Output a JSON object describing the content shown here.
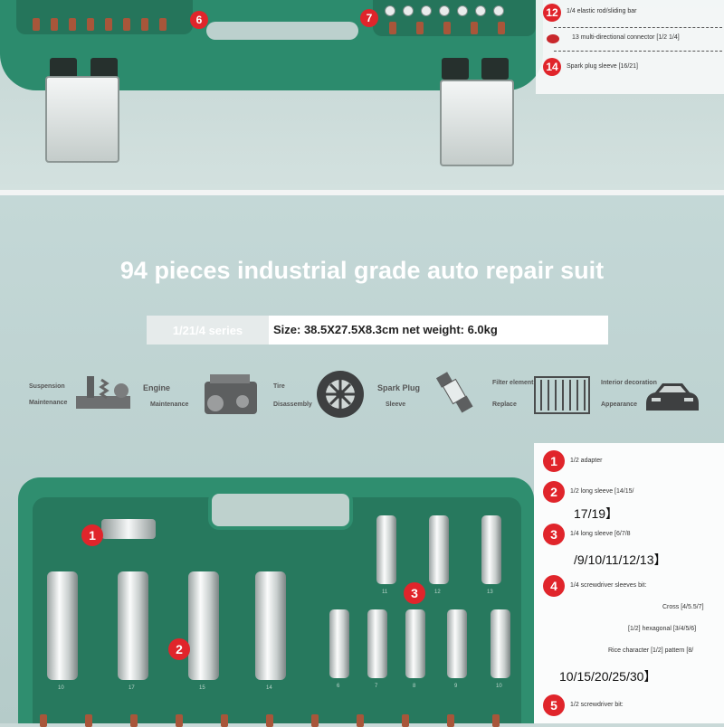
{
  "top_photo": {
    "callout_6": "6",
    "callout_7": "7",
    "legend": {
      "item_12_num": "12",
      "item_12_text": "1/4 elastic rod/sliding bar",
      "item_13_text": "13 multi-directional connector [1/2 1/4]",
      "item_14_num": "14",
      "item_14_text": "Spark plug sleeve [16/21]"
    }
  },
  "headline": "94 pieces industrial grade auto repair suit",
  "spec": {
    "series_tag": "1/21/4 series",
    "size_weight": "Size: 38.5X27.5X8.3cm net weight: 6.0kg"
  },
  "usages": [
    {
      "line1": "Suspension",
      "line2": "Maintenance",
      "icon": "suspension-icon"
    },
    {
      "line1": "Engine",
      "line2": "Maintenance",
      "icon": "engine-icon"
    },
    {
      "line1": "Tire",
      "line2": "Disassembly",
      "icon": "tire-icon"
    },
    {
      "line1": "Spark Plug",
      "line2": "Sleeve",
      "icon": "spark-plug-icon"
    },
    {
      "line1": "Filter element",
      "line2": "Replace",
      "icon": "filter-icon"
    },
    {
      "line1": "Interior decoration",
      "line2": "Appearance",
      "icon": "car-icon"
    }
  ],
  "case_callouts": {
    "c1": "1",
    "c2": "2",
    "c3": "3"
  },
  "long_socket_labels": [
    "10",
    "17",
    "15",
    "14"
  ],
  "short_socket_top_labels": [
    "11",
    "12",
    "13"
  ],
  "short_socket_bottom_labels": [
    "6",
    "7",
    "8",
    "9",
    "10"
  ],
  "legend": [
    {
      "num": "1",
      "text": "1/2 adapter"
    },
    {
      "num": "2",
      "text": "1/2 long sleeve [14/15/",
      "cont": "17/19】"
    },
    {
      "num": "3",
      "text": "1/4 long sleeve [6/7/8",
      "cont": "/9/10/11/12/13】"
    },
    {
      "num": "4",
      "text": "1/4 screwdriver sleeves bit:",
      "sub1": "Cross [4/5.5/7]",
      "sub2": "[1/2] hexagonal [3/4/5/6]",
      "sub3": "Rice character [1/2] pattern [8/",
      "cont": "10/15/20/25/30】"
    },
    {
      "num": "5",
      "text": "1/2 screwdriver bit:"
    }
  ],
  "colors": {
    "case_green": "#2f8e6f",
    "badge_red": "#e0252b"
  }
}
